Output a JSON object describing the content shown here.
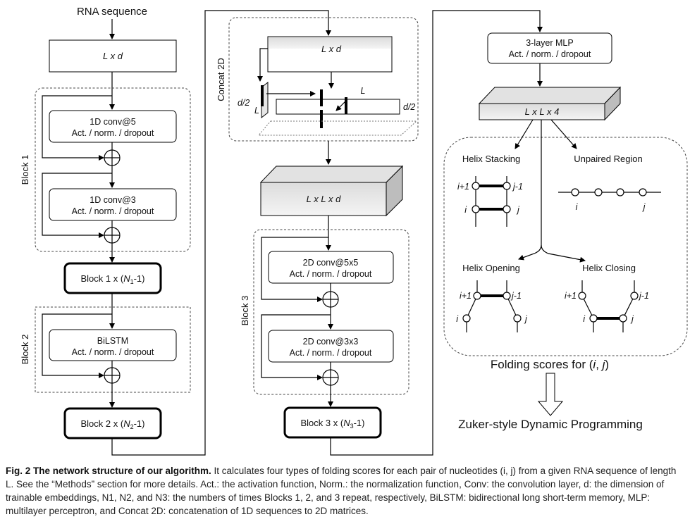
{
  "left_column": {
    "input_label": "RNA sequence",
    "embed_label": "L x d",
    "block1_label": "Block 1",
    "conv5_line1": "1D conv@5",
    "conv5_line2": "Act. / norm. / dropout",
    "conv3_line1": "1D conv@3",
    "conv3_line2": "Act. / norm. / dropout",
    "block1_repeat": "Block 1 x (N1-1)",
    "block2_label": "Block 2",
    "bilstm_line1": "BiLSTM",
    "bilstm_line2": "Act. / norm. / dropout",
    "block2_repeat": "Block 2 x (N2-1)"
  },
  "middle_column": {
    "concat_label": "Concat 2D",
    "top_label": "L x d",
    "half_d_left": "d/2",
    "l_left": "L",
    "l_right": "L",
    "half_d_right": "d/2",
    "cube_label": "L x L x d",
    "block3_label": "Block 3",
    "conv5_line1": "2D conv@5x5",
    "conv5_line2": "Act. / norm. / dropout",
    "conv3_line1": "2D conv@3x3",
    "conv3_line2": "Act. / norm. / dropout",
    "block3_repeat": "Block 3 x (N3-1)"
  },
  "right_column": {
    "mlp_line1": "3-layer MLP",
    "mlp_line2": "Act. / norm. / dropout",
    "tensor_label": "L x L x 4",
    "helix_stacking": "Helix Stacking",
    "unpaired_region": "Unpaired Region",
    "helix_opening": "Helix Opening",
    "helix_closing": "Helix Closing",
    "i_plus_1": "i+1",
    "j_minus_1": "j-1",
    "i": "i",
    "j": "j",
    "folding_scores": "Folding scores for (i, j)",
    "zuker": "Zuker-style Dynamic Programming"
  },
  "caption": {
    "title": "Fig. 2 The network structure of our algorithm.",
    "body": "It calculates four types of folding scores for each pair of nucleotides (i, j) from a given RNA sequence of length L. See the “Methods” section for more details. Act.: the activation function, Norm.: the normalization function, Conv: the convolution layer, d: the dimension of trainable embeddings, N1, N2, and N3: the numbers of times Blocks 1, 2, and 3 repeat, respectively, BiLSTM: bidirectional long short-term memory, MLP: multilayer perceptron, and Concat 2D: concatenation of 1D sequences to 2D matrices."
  }
}
